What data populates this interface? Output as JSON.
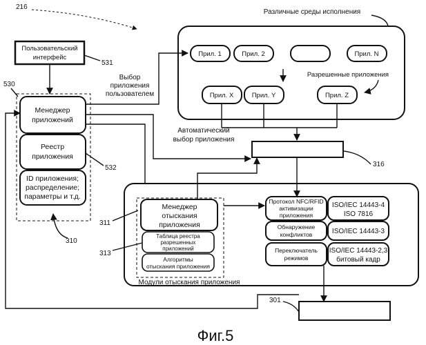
{
  "figure": {
    "caption": "Фиг.5",
    "refs": {
      "r216": "216",
      "r530": "530",
      "r531": "531",
      "r532": "532",
      "r316": "316",
      "r311": "311",
      "r313": "313",
      "r310": "310",
      "r301": "301"
    },
    "labels": {
      "environments": "Различные среды исполнения",
      "user_selection_1": "Выбор",
      "user_selection_2": "приложения",
      "user_selection_3": "пользователем",
      "allowed_apps": "Разрешенные приложения",
      "auto_selection_1": "Автоматический",
      "auto_selection_2": "выбор приложения",
      "modules": "Модули отыскания приложения"
    },
    "user_interface": {
      "line1": "Пользовательский",
      "line2": "интерфейс"
    },
    "app_manager": {
      "line1": "Менеджер",
      "line2": "приложений"
    },
    "app_registry": {
      "line1": "Реестр",
      "line2": "приложения"
    },
    "app_id": {
      "line1": "ID приложения;",
      "line2": "распределение;",
      "line3": "параметры и т.д."
    },
    "apps_row": [
      "Прил. 1",
      "Прил. 2",
      "",
      "Прил. N"
    ],
    "apps_allowed": [
      "Прил. X",
      "Прил. Y",
      "Прил. Z"
    ],
    "discovery_manager": {
      "line1": "Менеджер",
      "line2": "отыскания",
      "line3": "приложения"
    },
    "registry_table": {
      "line1": "Таблица реестра",
      "line2": "разрешенных",
      "line3": "приложений"
    },
    "algorithms": {
      "line1": "Алгоритмы",
      "line2": "отыскания приложения"
    },
    "protocol": {
      "line1": "Протокол NFC/RFID",
      "line2": "активизации",
      "line3": "приложения"
    },
    "conflicts": {
      "line1": "Обнаружение",
      "line2": "конфликтов"
    },
    "mode_switch": {
      "line1": "Переключатель",
      "line2": "режимов"
    },
    "iso_1": {
      "line1": "ISO/IEC 14443-4",
      "line2": "ISO 7816"
    },
    "iso_2": {
      "line1": "ISO/IEC 14443-3"
    },
    "iso_3": {
      "line1": "ISO/IEC 14443-2,3",
      "line2": "битовый кадр"
    }
  }
}
